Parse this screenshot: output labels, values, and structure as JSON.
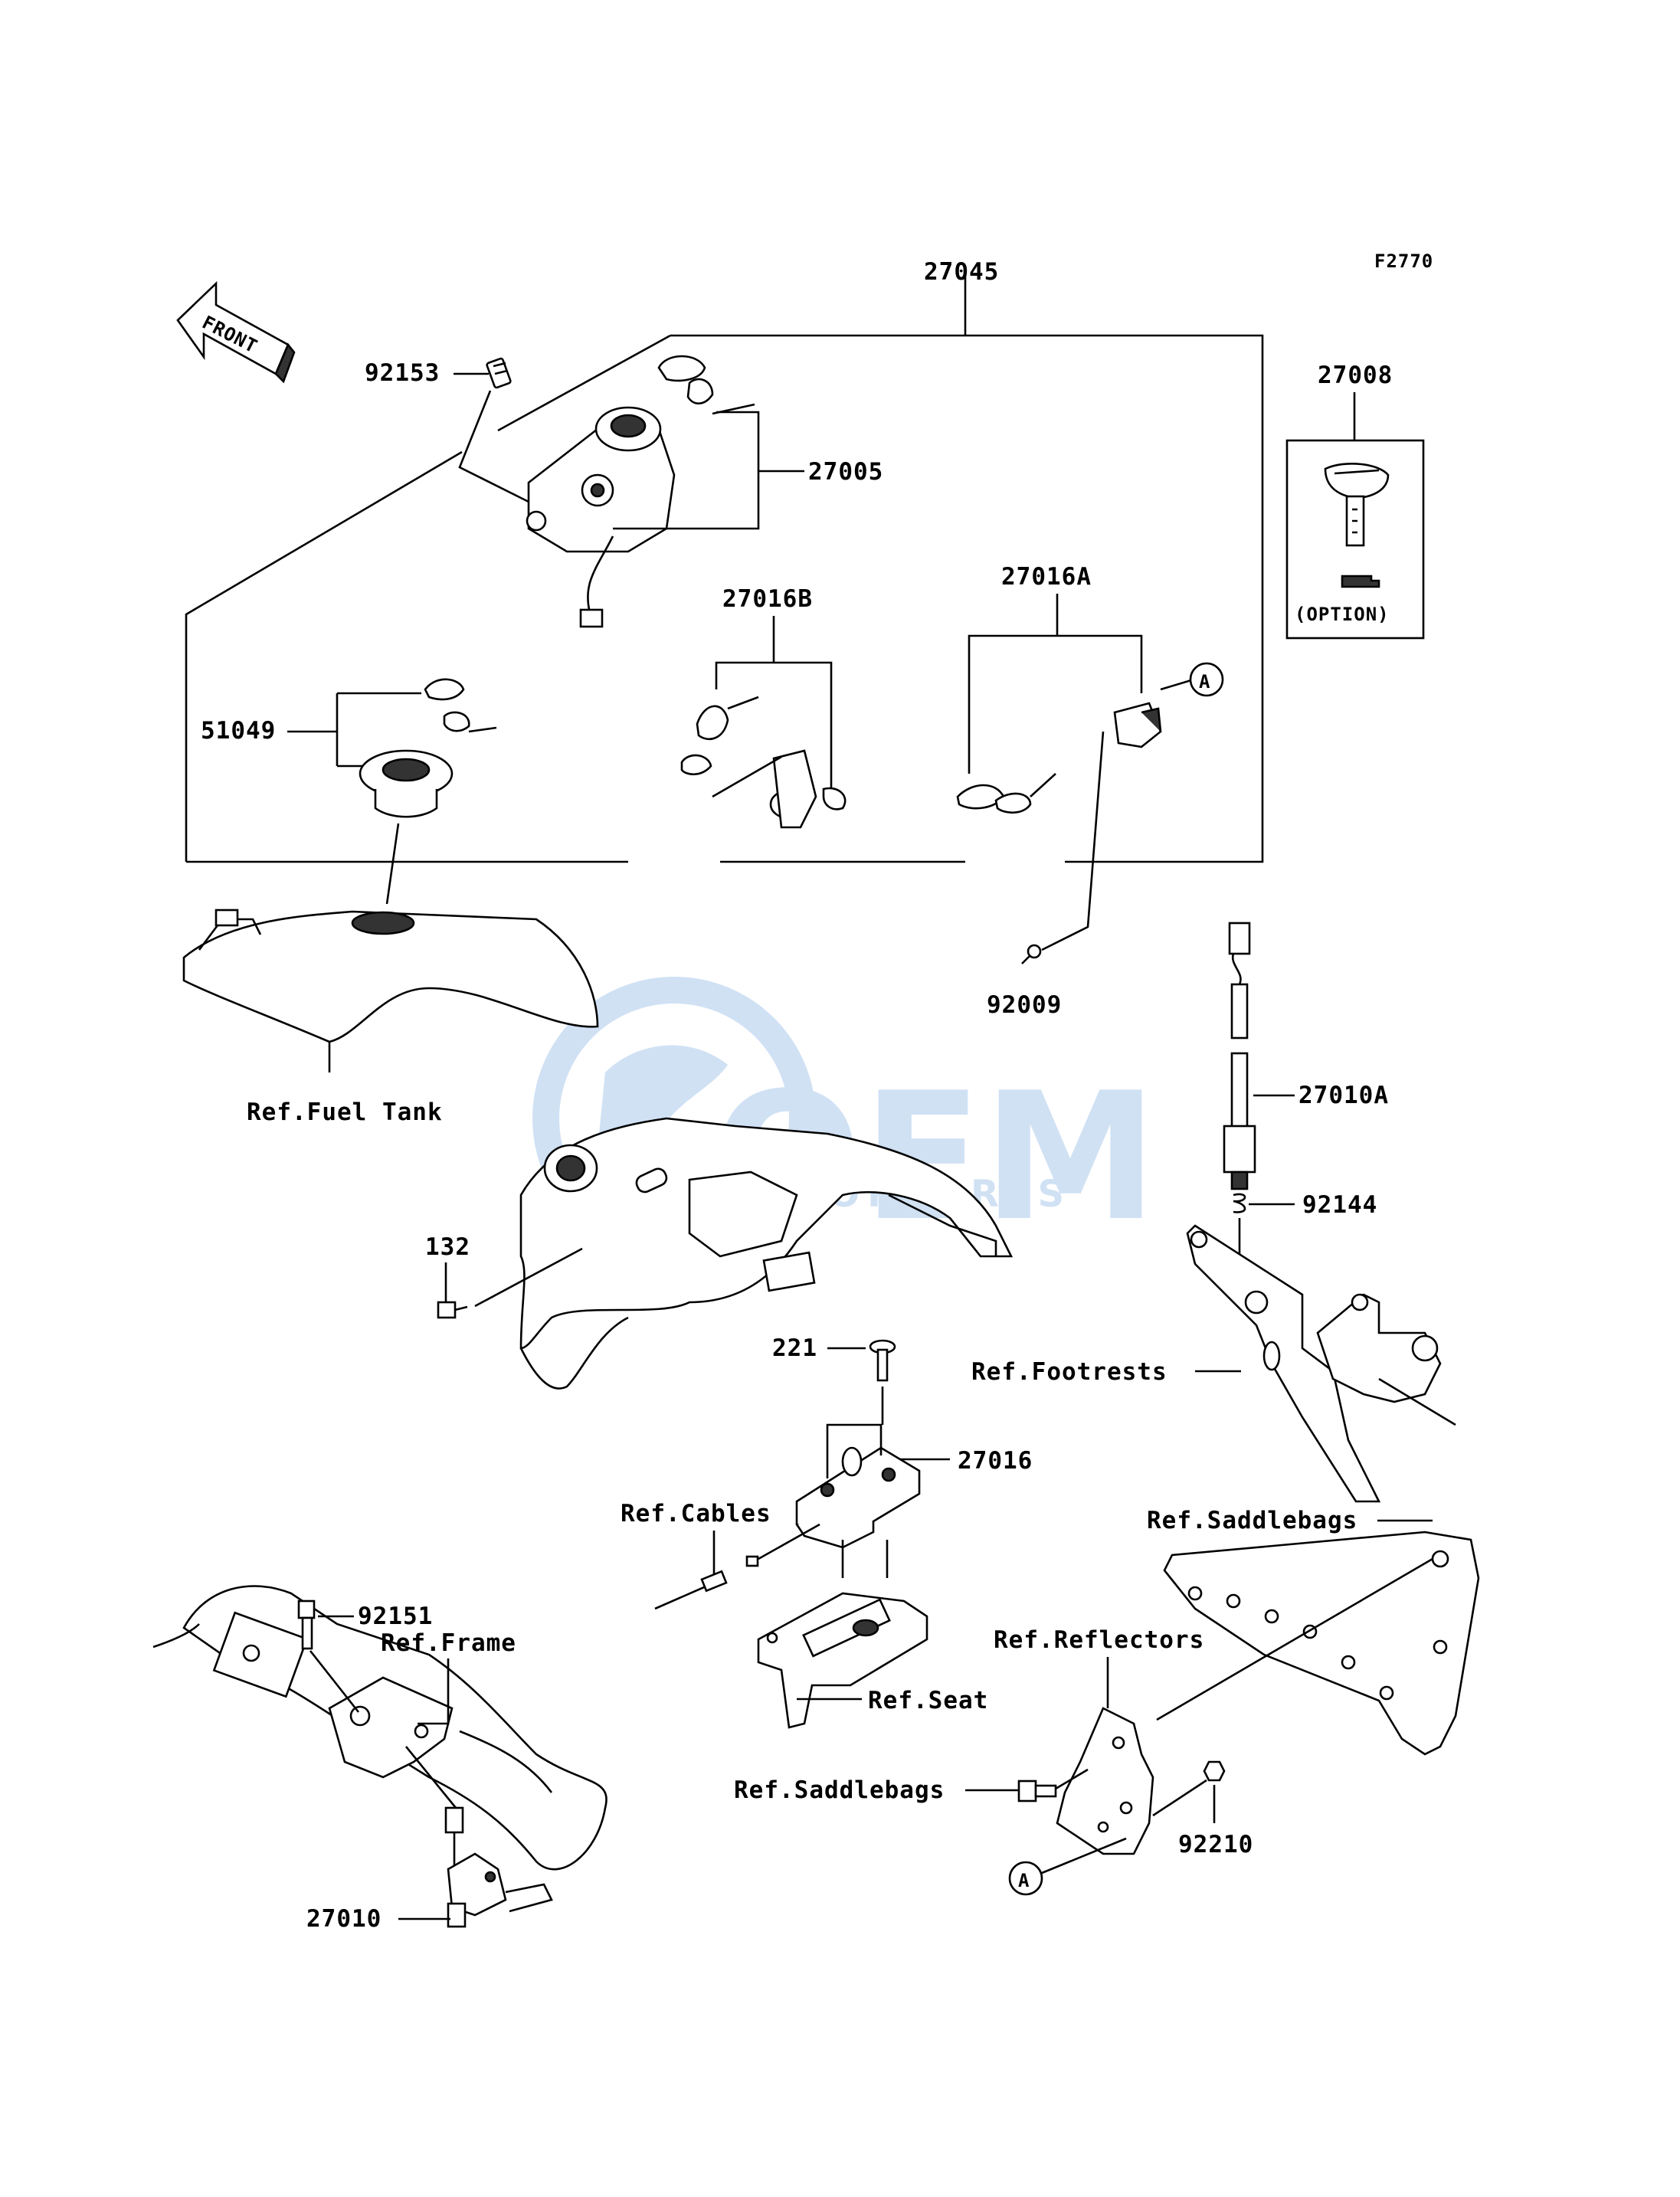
{
  "figure_code": "F2770",
  "front_indicator": "FRONT",
  "option_label": "(OPTION)",
  "watermark": {
    "logo_text": "OEM",
    "sub_text": "MOTORPARTS",
    "color": "#2f7ad1"
  },
  "callouts": {
    "a_top": "A",
    "a_bottom": "A"
  },
  "part_numbers": {
    "p27045": "27045",
    "p92153": "92153",
    "p27005": "27005",
    "p27008": "27008",
    "p27016B": "27016B",
    "p27016A": "27016A",
    "p51049": "51049",
    "p92009": "92009",
    "p27010A": "27010A",
    "p92144": "92144",
    "p132": "132",
    "p221": "221",
    "p27016": "27016",
    "p92151": "92151",
    "p27010": "27010",
    "p92210": "92210"
  },
  "references": {
    "fuel_tank": "Ref.Fuel Tank",
    "footrests": "Ref.Footrests",
    "cables": "Ref.Cables",
    "saddlebags_top": "Ref.Saddlebags",
    "reflectors": "Ref.Reflectors",
    "frame": "Ref.Frame",
    "seat": "Ref.Seat",
    "saddlebags_bottom": "Ref.Saddlebags"
  }
}
